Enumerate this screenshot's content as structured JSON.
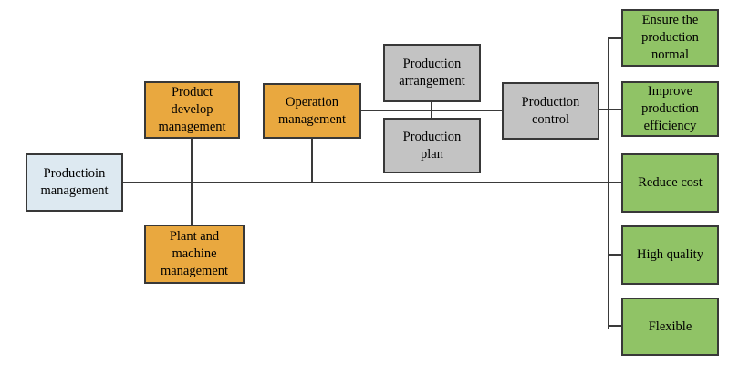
{
  "nodes": {
    "production_management": {
      "label": "Productioin\nmanagement"
    },
    "product_develop": {
      "label": "Product\ndevelop\nmanagement"
    },
    "operation_management": {
      "label": "Operation\nmanagement"
    },
    "plant_machine": {
      "label": "Plant and\nmachine\nmanagement"
    },
    "production_arrangement": {
      "label": "Production\narrangement"
    },
    "production_plan": {
      "label": "Production\nplan"
    },
    "production_control": {
      "label": "Production\ncontrol"
    },
    "goals": [
      {
        "label": "Ensure the\nproduction\nnormal"
      },
      {
        "label": "Improve\nproduction\nefficiency"
      },
      {
        "label": "Reduce cost"
      },
      {
        "label": "High quality"
      },
      {
        "label": "Flexible"
      }
    ]
  },
  "colors": {
    "root_fill": "#dde9f1",
    "management_fill": "#e9a83f",
    "process_fill": "#c3c3c3",
    "goal_fill": "#90c366",
    "border": "#383838",
    "line": "#3a3a3a",
    "text": "#000000",
    "background": "#ffffff"
  }
}
